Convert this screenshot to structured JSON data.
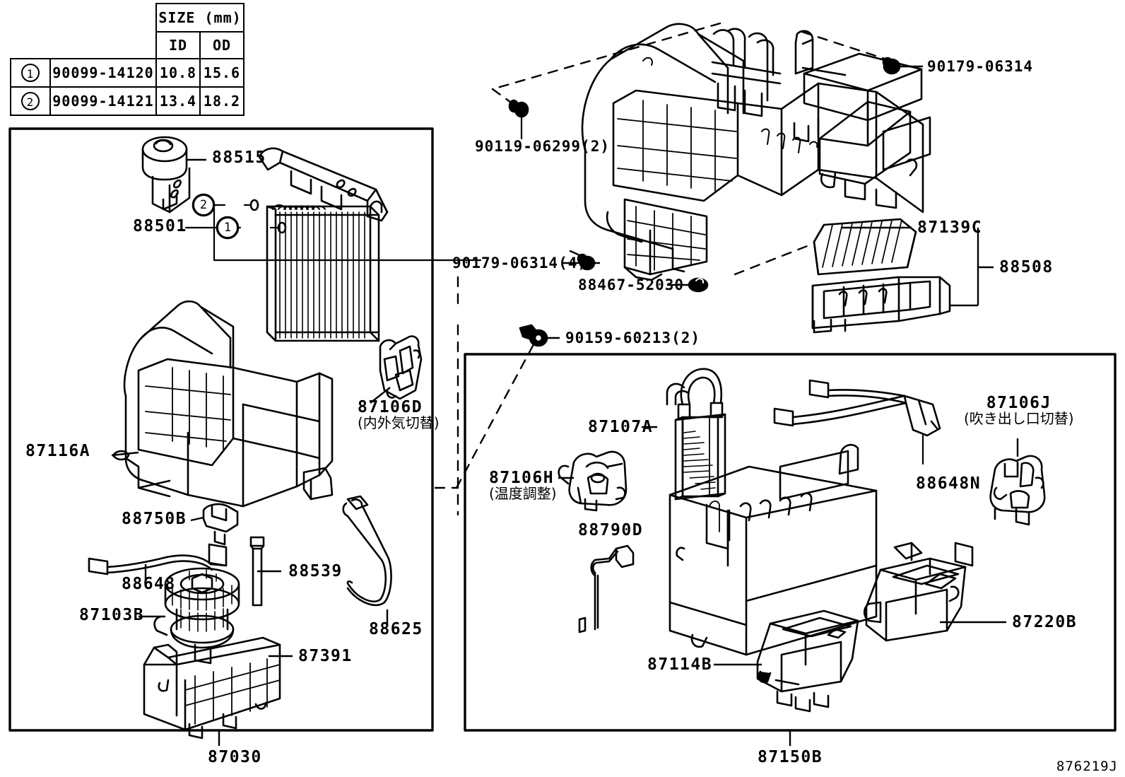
{
  "diagram": {
    "drawing_id": "876219J",
    "size_table": {
      "header_group": "SIZE (mm)",
      "columns": [
        "ID",
        "OD"
      ],
      "rows": [
        {
          "index": "1",
          "part_number": "90099-14120",
          "id": "10.8",
          "od": "15.6"
        },
        {
          "index": "2",
          "part_number": "90099-14121",
          "id": "13.4",
          "od": "18.2"
        }
      ]
    },
    "panels": [
      {
        "name": "cooler-unit-panel",
        "id_label": "87030"
      },
      {
        "name": "heater-radiator-unit-panel",
        "id_label": "87150B"
      }
    ],
    "callouts": {
      "c_88515": "88515",
      "c_88501": "88501",
      "c_87116A": "87116A",
      "c_88750B": "88750B",
      "c_88648": "88648",
      "c_87103B": "87103B",
      "c_88539": "88539",
      "c_88625": "88625",
      "c_87391": "87391",
      "c_87106D": "87106D",
      "c_87106D_jp": "(内外気切替)",
      "c_90119_06299": "90119-06299(2)",
      "c_90179_06314_4": "90179-06314(4)",
      "c_88467_52030": "88467-52030",
      "c_90159_60213": "90159-60213(2)",
      "c_90179_06314": "90179-06314",
      "c_87139C": "87139C",
      "c_88508": "88508",
      "c_87107A": "87107A",
      "c_87106H": "87106H",
      "c_87106H_jp": "(温度調整)",
      "c_88790D": "88790D",
      "c_88648N": "88648N",
      "c_87106J": "87106J",
      "c_87106J_jp": "(吹き出し口切替)",
      "c_87114B": "87114B",
      "c_87220B": "87220B",
      "c_87030": "87030",
      "c_87150B": "87150B"
    },
    "bubbles": {
      "one": "1",
      "two": "2"
    },
    "colors": {
      "line": "#000000",
      "background": "#ffffff"
    }
  }
}
